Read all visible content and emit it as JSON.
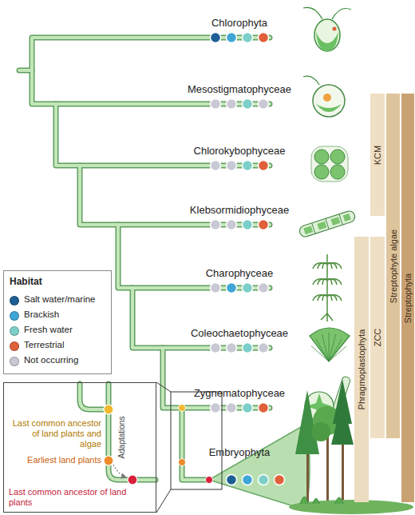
{
  "diagram": {
    "nodes": [
      {
        "text": [
          "KCM"
        ]
      },
      {
        "text": [
          "Streptophyte algae"
        ]
      },
      {
        "text": [
          "Streptophyta"
        ]
      },
      {
        "text": [
          "ZCC"
        ]
      },
      {
        "text": [
          "Phragmoplastophyta"
        ]
      },
      {
        "text": [
          "Last common ancestor of land plants and algae",
          "Earliest land plants",
          "Last common ancestor of land plants",
          "Adaptations"
        ]
      }
    ],
    "labels": [
      "Chlorophyta",
      "Mesostigmatophyceae",
      "Chlorokybophyceae",
      "Klebsormidiophyceae",
      "Charophyceae",
      "Coleochaetophyceae",
      "Zygnematophyceae",
      "Embryophyta",
      "Habitat"
    ],
    "legend": [
      {
        "text": "Salt water/marine",
        "color": "#1d5f94"
      },
      {
        "text": "Brackish",
        "color": "#3fa6d6"
      },
      {
        "text": "Fresh water",
        "color": "#7ccfc9"
      },
      {
        "text": "Terrestrial",
        "color": "#e0603a"
      },
      {
        "text": "Not occurring",
        "color": "#c9c9d6"
      }
    ]
  }
}
